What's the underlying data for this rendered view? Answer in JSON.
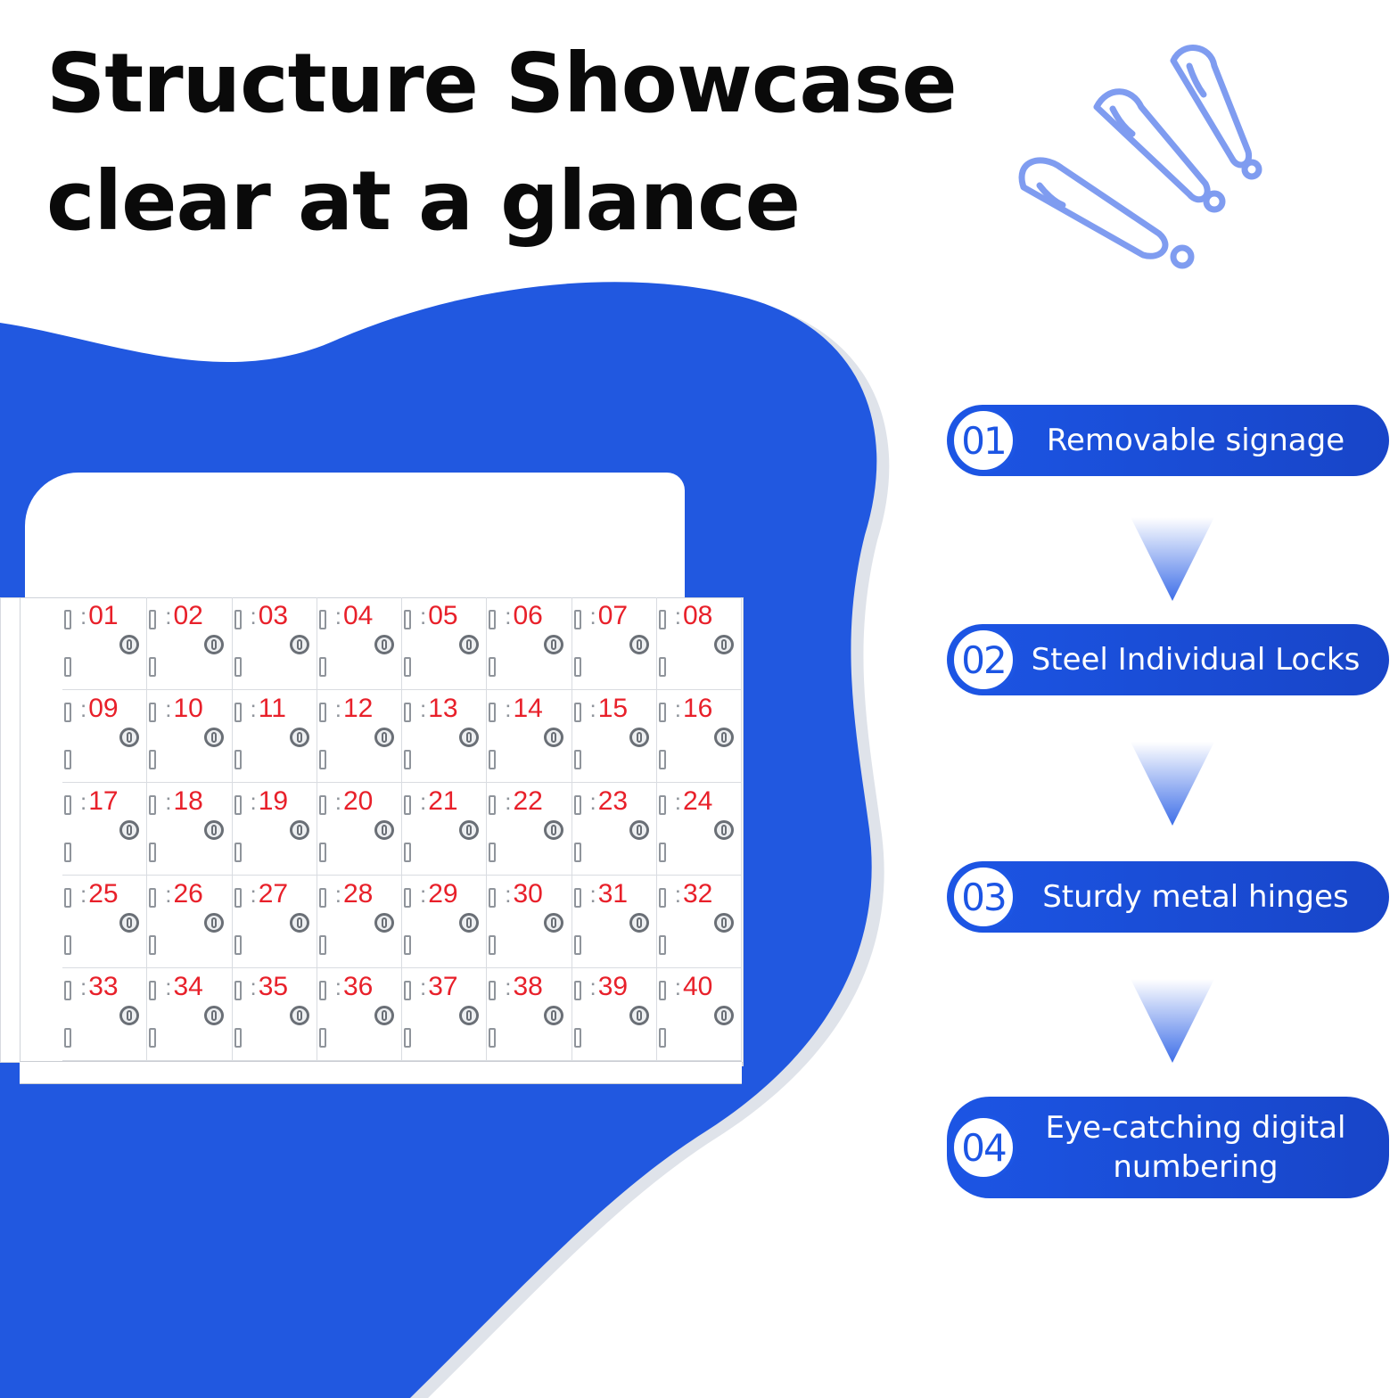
{
  "headline": {
    "line1": "Structure Showcase",
    "line2": "clear at a glance"
  },
  "locker": {
    "numbers": [
      "01",
      "02",
      "03",
      "04",
      "05",
      "06",
      "07",
      "08",
      "09",
      "10",
      "11",
      "12",
      "13",
      "14",
      "15",
      "16",
      "17",
      "18",
      "19",
      "20",
      "21",
      "22",
      "23",
      "24",
      "25",
      "26",
      "27",
      "28",
      "29",
      "30",
      "31",
      "32",
      "33",
      "34",
      "35",
      "36",
      "37",
      "38",
      "39",
      "40"
    ]
  },
  "features": [
    {
      "num": "01",
      "label": "Removable signage"
    },
    {
      "num": "02",
      "label": "Steel Individual Locks"
    },
    {
      "num": "03",
      "label": "Sturdy metal hinges"
    },
    {
      "num": "04",
      "label": "Eye-catching digital numbering"
    }
  ],
  "colors": {
    "brand_blue": "#1c55e4",
    "locker_number_red": "#e8202a",
    "title_black": "#0a0a0a",
    "exclaim_blue": "#7f9cf0"
  },
  "icons": {
    "decoration": "exclamation-marks-icon",
    "connector": "chevron-down-icon",
    "lock": "cam-lock-icon",
    "hinge": "hinge-icon"
  }
}
